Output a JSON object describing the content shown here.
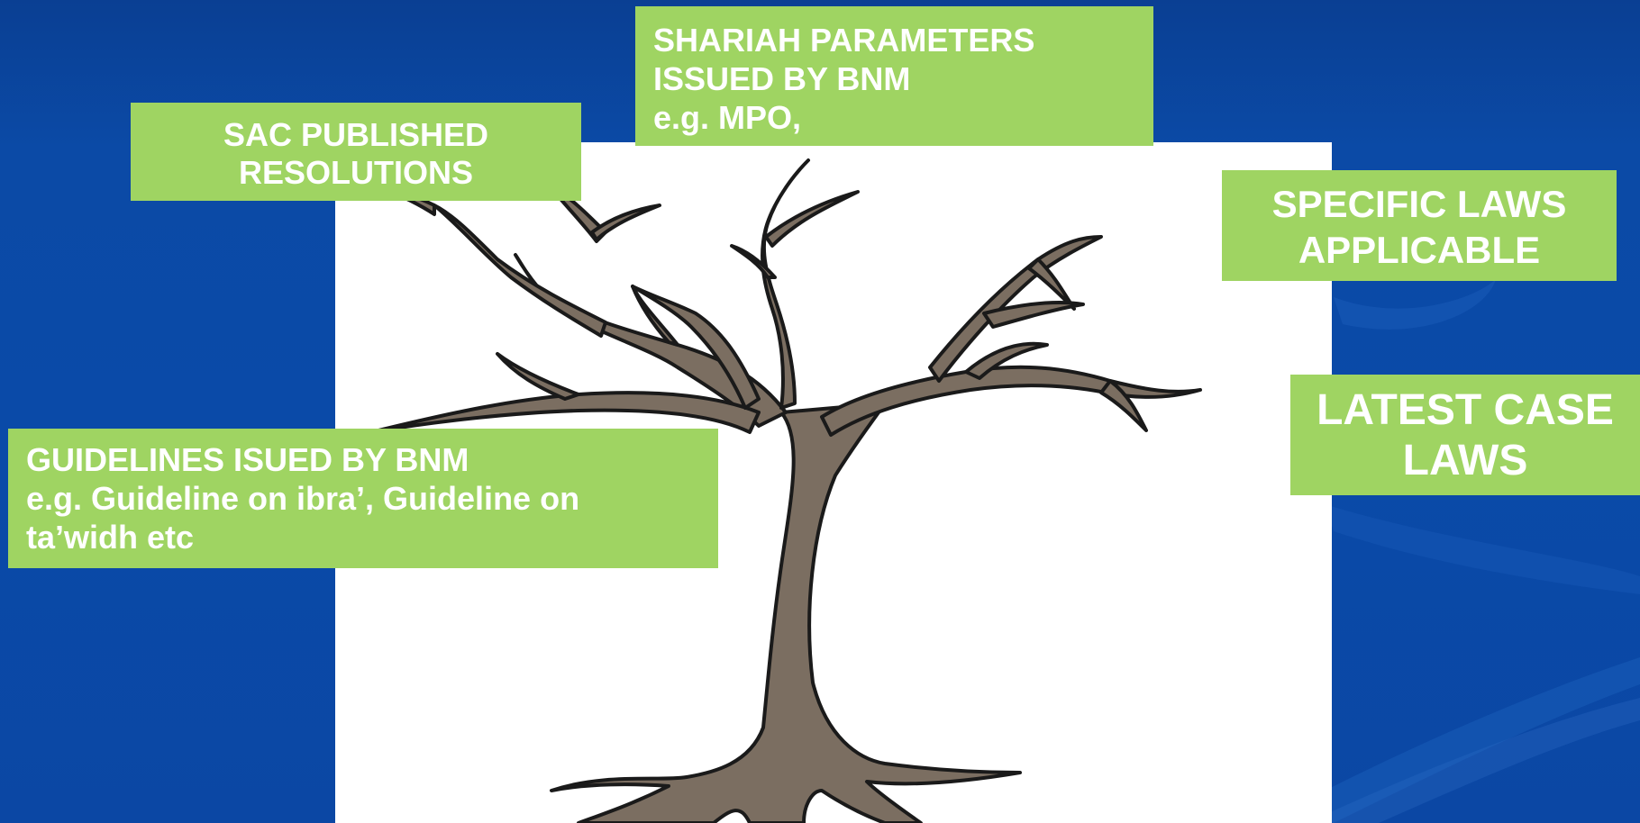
{
  "slide": {
    "background_color": "#0a4aa8",
    "box_color": "#9fd462",
    "text_color": "#ffffff",
    "image": {
      "icon": "bare-tree-icon",
      "trunk_color": "#7b6e61"
    }
  },
  "boxes": {
    "sac": {
      "lines": [
        "SAC PUBLISHED",
        "RESOLUTIONS"
      ]
    },
    "shariah": {
      "lines": [
        "SHARIAH PARAMETERS",
        "ISSUED BY BNM",
        "e.g. MPO,"
      ]
    },
    "specific": {
      "lines": [
        "SPECIFIC LAWS",
        "APPLICABLE"
      ]
    },
    "case_laws": {
      "lines": [
        "LATEST CASE",
        "LAWS"
      ]
    },
    "guidelines": {
      "lines": [
        "GUIDELINES ISUED BY BNM",
        "e.g. Guideline on ibra’, Guideline on",
        "ta’widh etc"
      ]
    }
  }
}
